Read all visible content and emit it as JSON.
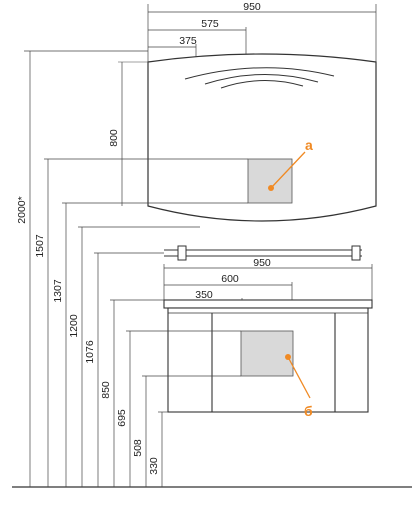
{
  "colors": {
    "line": "#333333",
    "panel": "#d9d9d9",
    "accent": "#f08a24",
    "background": "#ffffff"
  },
  "mirror": {
    "dims_top": {
      "total_width": "950",
      "offset_575": "575",
      "offset_375": "375"
    },
    "height": "800",
    "callout": "а"
  },
  "cabinet": {
    "dims_top": {
      "total_width": "950",
      "offset_600": "600",
      "offset_350": "350"
    },
    "callout": "б"
  },
  "vertical_dims": {
    "d2000": "2000*",
    "d1507": "1507",
    "d1307": "1307",
    "d1200": "1200",
    "d1076": "1076",
    "d850": "850",
    "d695": "695",
    "d508": "508",
    "d330": "330"
  }
}
